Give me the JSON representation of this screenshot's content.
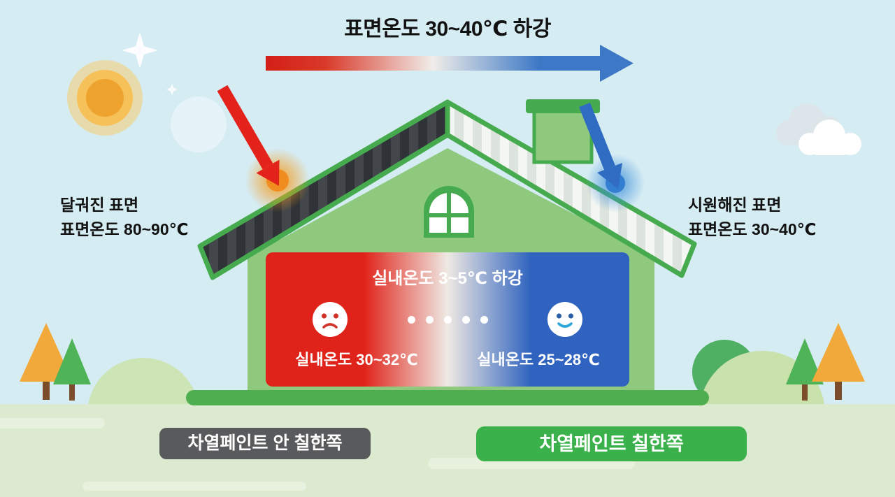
{
  "title": "표면온도 30~40℃ 하강",
  "left_label": {
    "line1": "달궈진 표면",
    "line2": "표면온도 80~90℃"
  },
  "right_label": {
    "line1": "시원해진 표면",
    "line2": "표면온도 30~40℃"
  },
  "panel": {
    "title": "실내온도 3~5℃ 하강",
    "left_temp": "실내온도 30~32℃",
    "right_temp": "실내온도 25~28℃"
  },
  "badges": {
    "unpainted": "차열페인트 안 칠한쪽",
    "painted": "차열페인트 칠한쪽"
  },
  "icons": {
    "sun": "sun-icon",
    "clouds": "cloud-icon",
    "sad_face": "sad-face-icon",
    "happy_face": "happy-face-icon",
    "hot_arrow": "hot-arrow-icon",
    "cool_arrow": "cool-arrow-icon",
    "gradient_arrow": "temperature-gradient-arrow-icon"
  },
  "colors": {
    "hot_red": "#e0231a",
    "cool_blue": "#2f63bf",
    "house_green": "#8fc97e",
    "accent_green": "#45ab4e",
    "badge_gray": "#595a5c",
    "badge_green": "#3ab14a",
    "sun_orange": "#efa32f",
    "roof_dark": "#3a3d40",
    "sky": "#d5ecf3",
    "ground": "#dcead0"
  }
}
